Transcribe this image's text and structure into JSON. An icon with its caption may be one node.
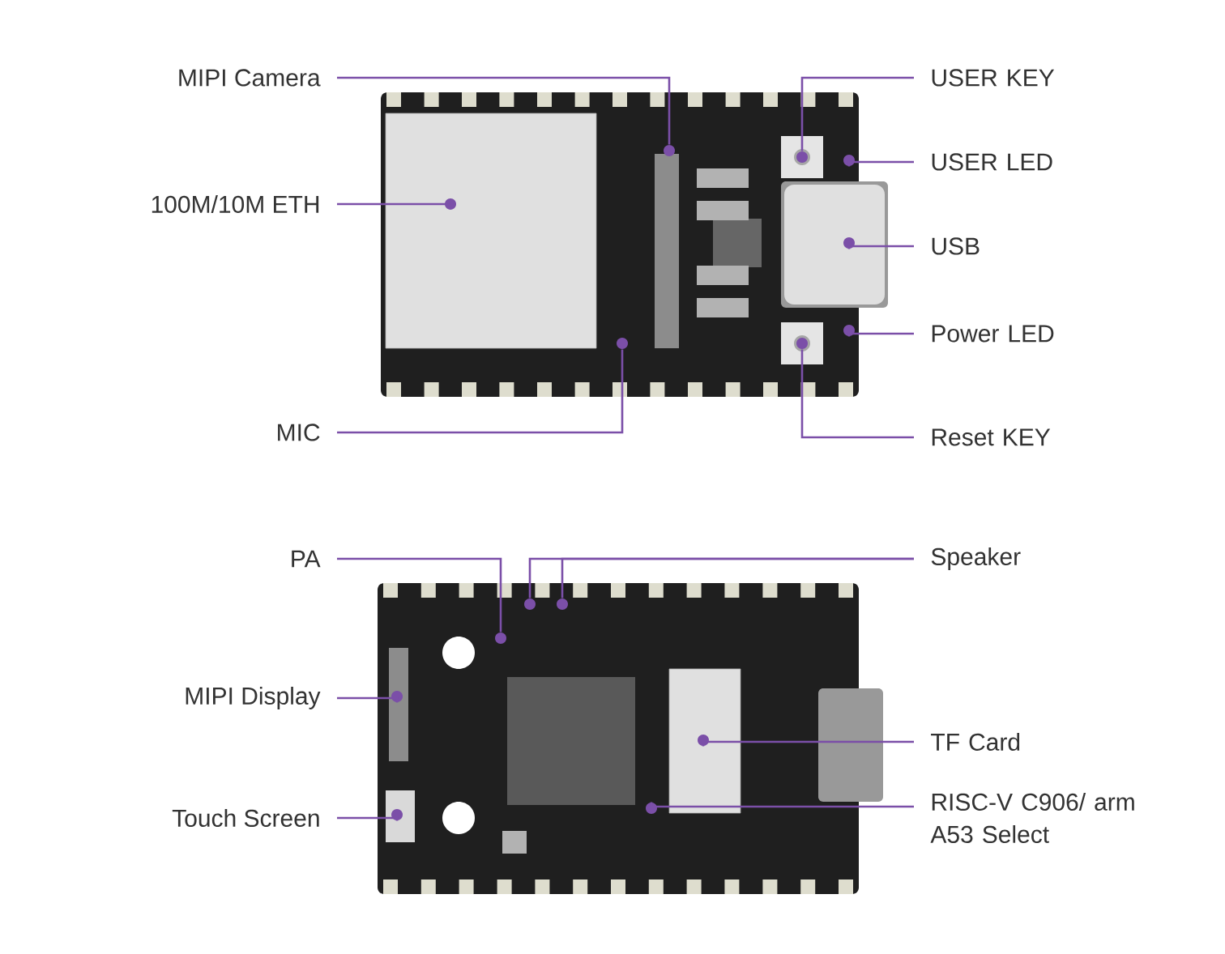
{
  "diagram": {
    "nodes": [
      {
        "text": [
          "MIPI Camera"
        ]
      },
      {
        "text": [],
        "shape": "circle"
      },
      {
        "text": [
          "USER KEY"
        ]
      },
      {
        "text": [],
        "shape": "circle"
      },
      {
        "text": [
          "USER LED"
        ]
      },
      {
        "text": [],
        "shape": "circle"
      },
      {
        "text": [
          "100M/10M ETH"
        ]
      },
      {
        "text": [],
        "shape": "circle"
      },
      {
        "text": [
          "USB"
        ]
      },
      {
        "text": [],
        "shape": "circle"
      },
      {
        "text": [
          "Power LED"
        ]
      },
      {
        "text": [],
        "shape": "circle"
      },
      {
        "text": [],
        "shape": "circle"
      },
      {
        "text": [
          "MIC"
        ]
      },
      {
        "text": [],
        "shape": "circle"
      },
      {
        "text": [
          "Reset KEY"
        ]
      },
      {
        "text": [
          "PA"
        ]
      },
      {
        "text": [],
        "shape": "circle"
      },
      {
        "text": [],
        "shape": "circle"
      },
      {
        "text": [],
        "shape": "circle"
      },
      {
        "text": [
          "Speaker"
        ]
      },
      {
        "text": [
          "MIPI Display"
        ]
      },
      {
        "text": [],
        "shape": "circle"
      },
      {
        "text": [],
        "shape": "circle"
      },
      {
        "text": [
          "TF Card"
        ]
      },
      {
        "text": [
          "Touch Screen"
        ]
      },
      {
        "text": [],
        "shape": "circle"
      },
      {
        "text": [],
        "shape": "circle"
      },
      {
        "text": [
          "RISC-V C906/ arm A53 Select"
        ]
      }
    ],
    "edges": [
      {
        "from": 0,
        "to": 1,
        "arrow": "none"
      },
      {
        "from": 2,
        "to": 3,
        "arrow": "none"
      },
      {
        "from": 4,
        "to": 5,
        "arrow": "none"
      },
      {
        "from": 6,
        "to": 7,
        "arrow": "none"
      },
      {
        "from": 8,
        "to": 9,
        "arrow": "none"
      },
      {
        "from": 10,
        "to": 11,
        "arrow": "none"
      },
      {
        "from": 13,
        "to": 12,
        "arrow": "none"
      },
      {
        "from": 15,
        "to": 14,
        "arrow": "none"
      },
      {
        "from": 16,
        "to": 17,
        "arrow": "none"
      },
      {
        "from": 20,
        "to": 18,
        "arrow": "none"
      },
      {
        "from": 20,
        "to": 19,
        "arrow": "none"
      },
      {
        "from": 21,
        "to": 22,
        "arrow": "none"
      },
      {
        "from": 24,
        "to": 23,
        "arrow": "none"
      },
      {
        "from": 25,
        "to": 26,
        "arrow": "none"
      },
      {
        "from": 28,
        "to": 27,
        "arrow": "none"
      }
    ]
  }
}
